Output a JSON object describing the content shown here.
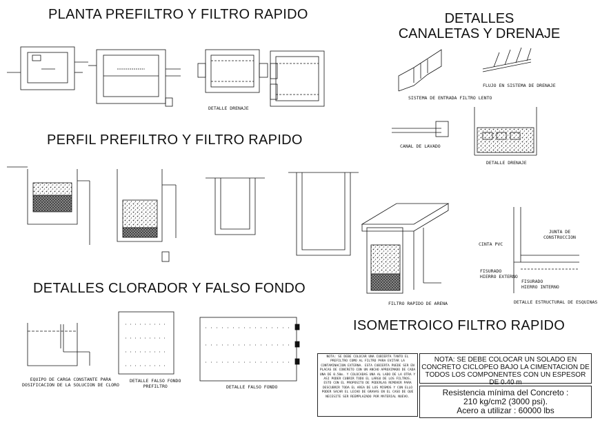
{
  "titles": {
    "plan": "PLANTA PREFILTRO Y FILTRO RAPIDO",
    "details_channels": "DETALLES\nCANALETAS Y DRENAJE",
    "profile": "PERFIL PREFILTRO Y FILTRO RAPIDO",
    "chlorinator": "DETALLES CLORADOR Y FALSO FONDO",
    "isometric": "ISOMETROICO FILTRO RAPIDO"
  },
  "labels": {
    "detalle_drenaje_top": "DETALLE DRENAJE",
    "sistema_entrada": "SISTEMA DE ENTRADA FILTRO LENTO",
    "flujo_drenaje": "FLUJO EN SISTEMA DE DRENAJE",
    "canal_lavado": "CANAL DE LAVADO",
    "detalle_drenaje_right": "DETALLE DRENAJE",
    "junta": "JUNTA DE\nCONSTRUCCION",
    "cinta_pvc": "CINTA PVC",
    "fisurado_externa": "FISURADO\nHIERRO EXTERNO",
    "fisurado_interno": "FISURADO\nHIERRO INTERNO",
    "filtro_arena": "FILTRO RAPIDO DE ARENA",
    "detalle_estructural": "DETALLE ESTRUCTURAL DE ESQUINAS",
    "equipo_carga": "EQUIPO DE CARGA CONSTANTE PARA\nDOSIFICACION DE LA SOLUCION DE CLORO",
    "falso_fondo_prefiltro": "DETALLE FALSO FONDO\nPREFILTRO",
    "falso_fondo": "DETALLE FALSO FONDO"
  },
  "notes": {
    "small": "NOTA: SE DEBE COLOCAR UNA CUBIERTA TANTO EL PREFILTRO COMO AL FILTRO PARA EVITAR LA CONTAMINACION EXTERNA. ESTA CUBIERTA PUEDE SER EN PLACAS DE CONCRETO CON UN ANCHO APROXIMADO DE CADA UNA DE 0.50m. Y COLOCADAS UNA AL LADO DE LA OTRA Y ASI PODER CUBRIR TODO EL LARGO DE LOS FILTROS. ESTO CON EL PROPOSITO DE PODERLAS REMOVER PARA DESCUBRIR TODA EL AREA DE LOS MISMOS Y CON ELLO PODER SACAR EL LECHO DE GRAVAS EN EL CASO DE QUE NECESITE SER REEMPLAZADO POR MATERIAL NUEVO.",
    "solado": "NOTA: SE DEBE COLOCAR UN SOLADO EN CONCRETO CICLOPEO BAJO LA CIMENTACION DE TODOS LOS COMPONENTES CON UN ESPESOR DE 0.40 m",
    "resistance": "Resistencia mínima del Concreto :\n210 kg/cm2 (3000 psi).\nAcero a utilizar : 60000 lbs"
  }
}
